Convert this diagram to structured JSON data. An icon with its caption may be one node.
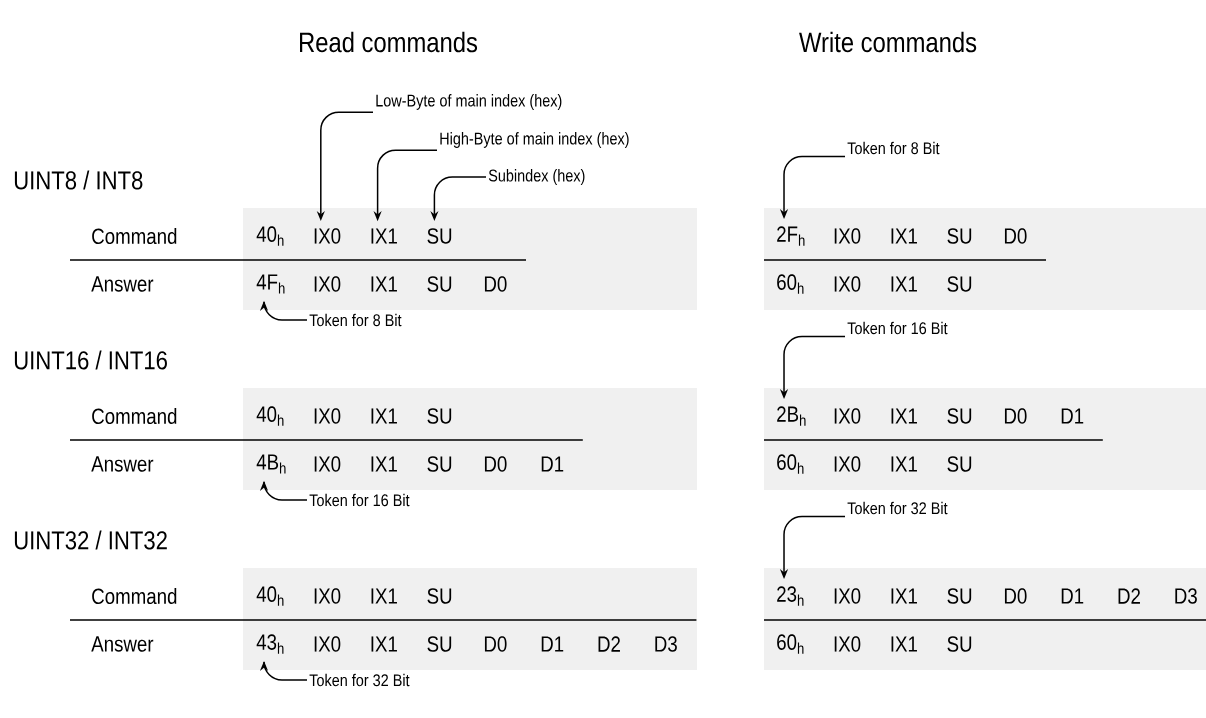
{
  "diagram": {
    "nodes": [
      {
        "text": [
          "Low-Byte of main index (hex)"
        ]
      },
      {
        "text": [
          "High-Byte of main index (hex)"
        ]
      },
      {
        "text": [
          "Subindex (hex)"
        ]
      },
      {
        "text": [
          "Token for 8 Bit"
        ]
      },
      {
        "text": [
          "IX0"
        ]
      },
      {
        "text": [
          "IX1"
        ]
      },
      {
        "text": [
          "SU"
        ]
      },
      {
        "text": [
          "2F$_{h}$"
        ]
      },
      {
        "text": [
          "4F$_{h}$"
        ]
      },
      {
        "text": [
          "Token for 16 Bit"
        ]
      },
      {
        "text": [
          "Token for 8 Bit"
        ]
      },
      {
        "text": [
          "2B$_{h}$"
        ]
      },
      {
        "text": [
          "4B$_{h}$"
        ]
      },
      {
        "text": [
          "Token for 32 Bit"
        ]
      },
      {
        "text": [
          "Token for 16 Bit"
        ]
      },
      {
        "text": [
          "23$_{h}$"
        ]
      },
      {
        "text": [
          "43$_{h}$"
        ]
      },
      {
        "text": [
          "Token for 32 Bit"
        ]
      }
    ],
    "edges": [
      {
        "from": 0,
        "to": 4,
        "arrow": "to"
      },
      {
        "from": 1,
        "to": 5,
        "arrow": "to"
      },
      {
        "from": 2,
        "to": 6,
        "arrow": "to"
      },
      {
        "from": 3,
        "to": 7,
        "arrow": "to"
      },
      {
        "from": 10,
        "to": 8,
        "arrow": "to"
      },
      {
        "from": 9,
        "to": 11,
        "arrow": "to"
      },
      {
        "from": 14,
        "to": 12,
        "arrow": "to"
      },
      {
        "from": 13,
        "to": 15,
        "arrow": "to"
      },
      {
        "from": 17,
        "to": 16,
        "arrow": "to"
      }
    ],
    "labels": [
      "Read commands",
      "Write commands",
      "UINT8 / INT8",
      "Command",
      "40$_{h}$",
      "IX0",
      "IX1",
      "SU",
      "D0",
      "Answer",
      "IX0",
      "IX1",
      "SU",
      "D0",
      "60$_{h}$",
      "IX0",
      "IX1",
      "SU",
      "UINT16 / INT16",
      "Command",
      "40$_{h}$",
      "IX0",
      "IX1",
      "SU",
      "IX0",
      "IX1",
      "SU",
      "D0",
      "D1",
      "Answer",
      "IX0",
      "IX1",
      "SU",
      "D0",
      "D1",
      "60$_{h}$",
      "IX0",
      "IX1",
      "SU",
      "UINT32 / INT32",
      "Command",
      "40$_{h}$",
      "IX0",
      "IX1",
      "SU",
      "IX0",
      "IX1",
      "SU",
      "D0",
      "D1",
      "D2",
      "D3",
      "Answer",
      "IX0",
      "IX1",
      "SU",
      "D0",
      "D1",
      "D2",
      "D3",
      "60$_{h}$",
      "IX0",
      "IX1",
      "SU"
    ]
  }
}
